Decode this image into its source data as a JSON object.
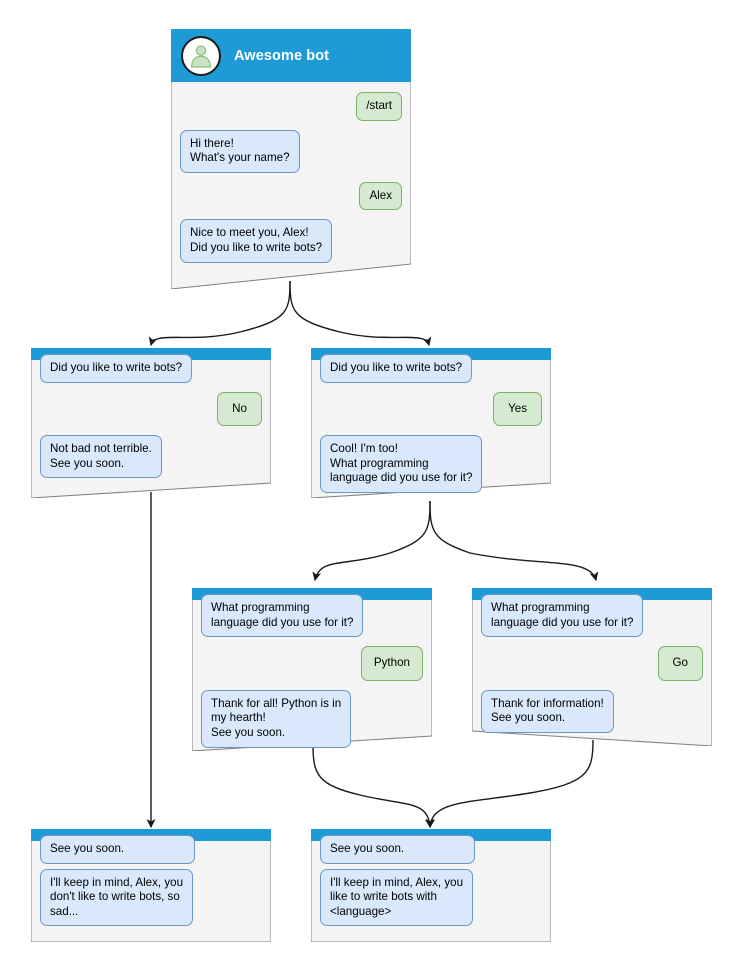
{
  "diagram": {
    "title": "Awesome bot chatbot conversation flow",
    "colors": {
      "header_blue": "#1e9bd7",
      "card_background": "#f4f4f4",
      "card_border": "#808080",
      "bot_bubble_fill": "#d9e8fb",
      "bot_bubble_border": "#6d97c7",
      "user_bubble_fill": "#d6ead1",
      "user_bubble_border": "#7cb06b",
      "edge_color": "#1a1a1a",
      "avatar_person": "#a5cf9a"
    }
  },
  "nodes": [
    {
      "id": "root",
      "header": {
        "bot_name": "Awesome bot",
        "avatar_icon": "person-avatar-icon"
      },
      "messages": [
        {
          "side": "user",
          "text": "/start"
        },
        {
          "side": "bot",
          "text": "Hi there!\nWhat's your name?"
        },
        {
          "side": "user",
          "text": "Alex"
        },
        {
          "side": "bot",
          "text": "Nice to meet you, Alex!\nDid you like to write bots?"
        }
      ]
    },
    {
      "id": "no-branch",
      "messages": [
        {
          "side": "bot",
          "text": "Did you like to write bots?"
        },
        {
          "side": "user",
          "text": "No"
        },
        {
          "side": "bot",
          "text": "Not bad not terrible.\nSee you soon."
        }
      ]
    },
    {
      "id": "yes-branch",
      "messages": [
        {
          "side": "bot",
          "text": "Did you like to write bots?"
        },
        {
          "side": "user",
          "text": "Yes"
        },
        {
          "side": "bot",
          "text": "Cool! I'm too!\nWhat programming\nlanguage did you use for it?"
        }
      ]
    },
    {
      "id": "python-branch",
      "messages": [
        {
          "side": "bot",
          "text": "What programming\nlanguage did you use for it?"
        },
        {
          "side": "user",
          "text": "Python"
        },
        {
          "side": "bot",
          "text": "Thank for all! Python is in\nmy hearth!\nSee you soon."
        }
      ]
    },
    {
      "id": "go-branch",
      "messages": [
        {
          "side": "bot",
          "text": "What programming\nlanguage did you use for it?"
        },
        {
          "side": "user",
          "text": "Go"
        },
        {
          "side": "bot",
          "text": "Thank for information!\nSee you soon."
        }
      ]
    },
    {
      "id": "end-sad",
      "messages": [
        {
          "side": "bot",
          "text": "See you soon."
        },
        {
          "side": "bot",
          "text": "I'll keep in mind, Alex, you\ndon't like to write bots, so\nsad..."
        }
      ]
    },
    {
      "id": "end-happy",
      "messages": [
        {
          "side": "bot",
          "text": "See you soon."
        },
        {
          "side": "bot",
          "text": "I'll keep in mind, Alex, you\nlike to write bots with\n<language>"
        }
      ]
    }
  ],
  "text": {
    "root_bot_name": "Awesome bot",
    "root_m0": "/start",
    "root_m1": "Hi there!\nWhat's your name?",
    "root_m2": "Alex",
    "root_m3": "Nice to meet you, Alex!\nDid you like to write bots?",
    "no_m0": "Did you like to write bots?",
    "no_m1": "No",
    "no_m2": "Not bad not terrible.\nSee you soon.",
    "yes_m0": "Did you like to write bots?",
    "yes_m1": "Yes",
    "yes_m2": "Cool! I'm too!\nWhat programming\nlanguage did you use for it?",
    "py_m0": "What programming\nlanguage did you use for it?",
    "py_m1": "Python",
    "py_m2": "Thank for all! Python is in\nmy hearth!\nSee you soon.",
    "go_m0": "What programming\nlanguage did you use for it?",
    "go_m1": "Go",
    "go_m2": "Thank for information!\nSee you soon.",
    "sad_m0": "See you soon.",
    "sad_m1": "I'll keep in mind, Alex, you\ndon't like to write bots, so\nsad...",
    "happy_m0": "See you soon.",
    "happy_m1": "I'll keep in mind, Alex, you\nlike to write bots with\n<language>"
  }
}
